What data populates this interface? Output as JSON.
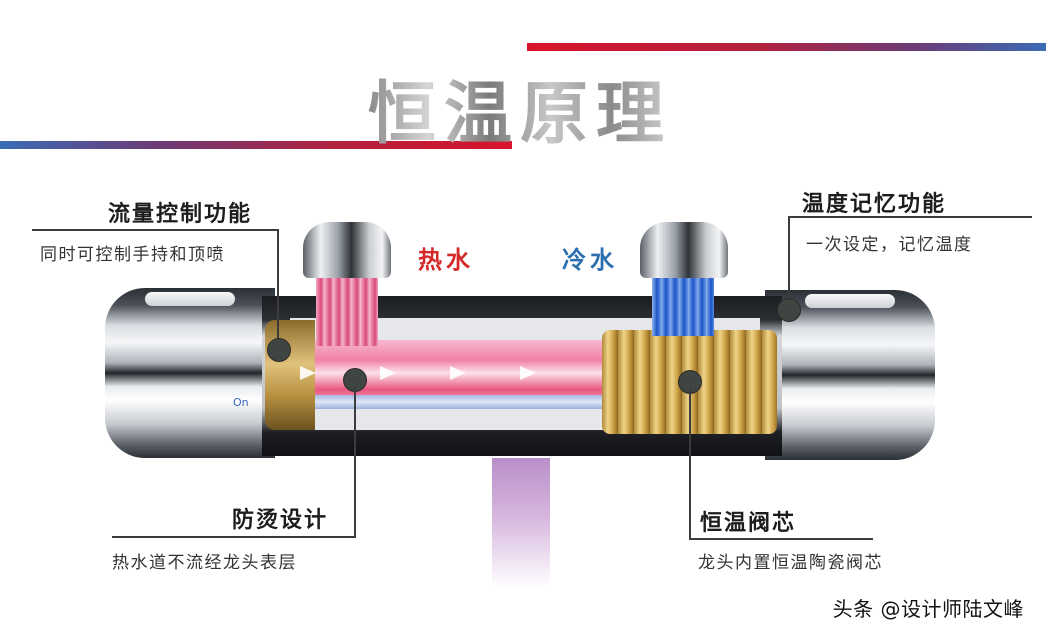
{
  "title": "恒温原理",
  "colors": {
    "accent_red": "#d9142c",
    "accent_blue": "#3a6cb5",
    "hot_label": "#d42a2a",
    "cold_label": "#2c6fb0",
    "text_dark": "#1d1d1d",
    "text_sub": "#333333",
    "callout_line": "#3c3c3c"
  },
  "water_labels": {
    "hot": "热水",
    "cold": "冷水"
  },
  "callouts": [
    {
      "id": "flow-control",
      "heading": "流量控制功能",
      "description": "同时可控制手持和顶喷"
    },
    {
      "id": "temperature-memory",
      "heading": "温度记忆功能",
      "description": "一次设定，记忆温度"
    },
    {
      "id": "anti-scald",
      "heading": "防烫设计",
      "description": "热水道不流经龙头表层"
    },
    {
      "id": "thermostatic-cartridge",
      "heading": "恒温阀芯",
      "description": "龙头内置恒温陶瓷阀芯"
    }
  ],
  "valve_markings": {
    "left_knob": "On"
  },
  "watermark": "头条 @设计师陆文峰"
}
